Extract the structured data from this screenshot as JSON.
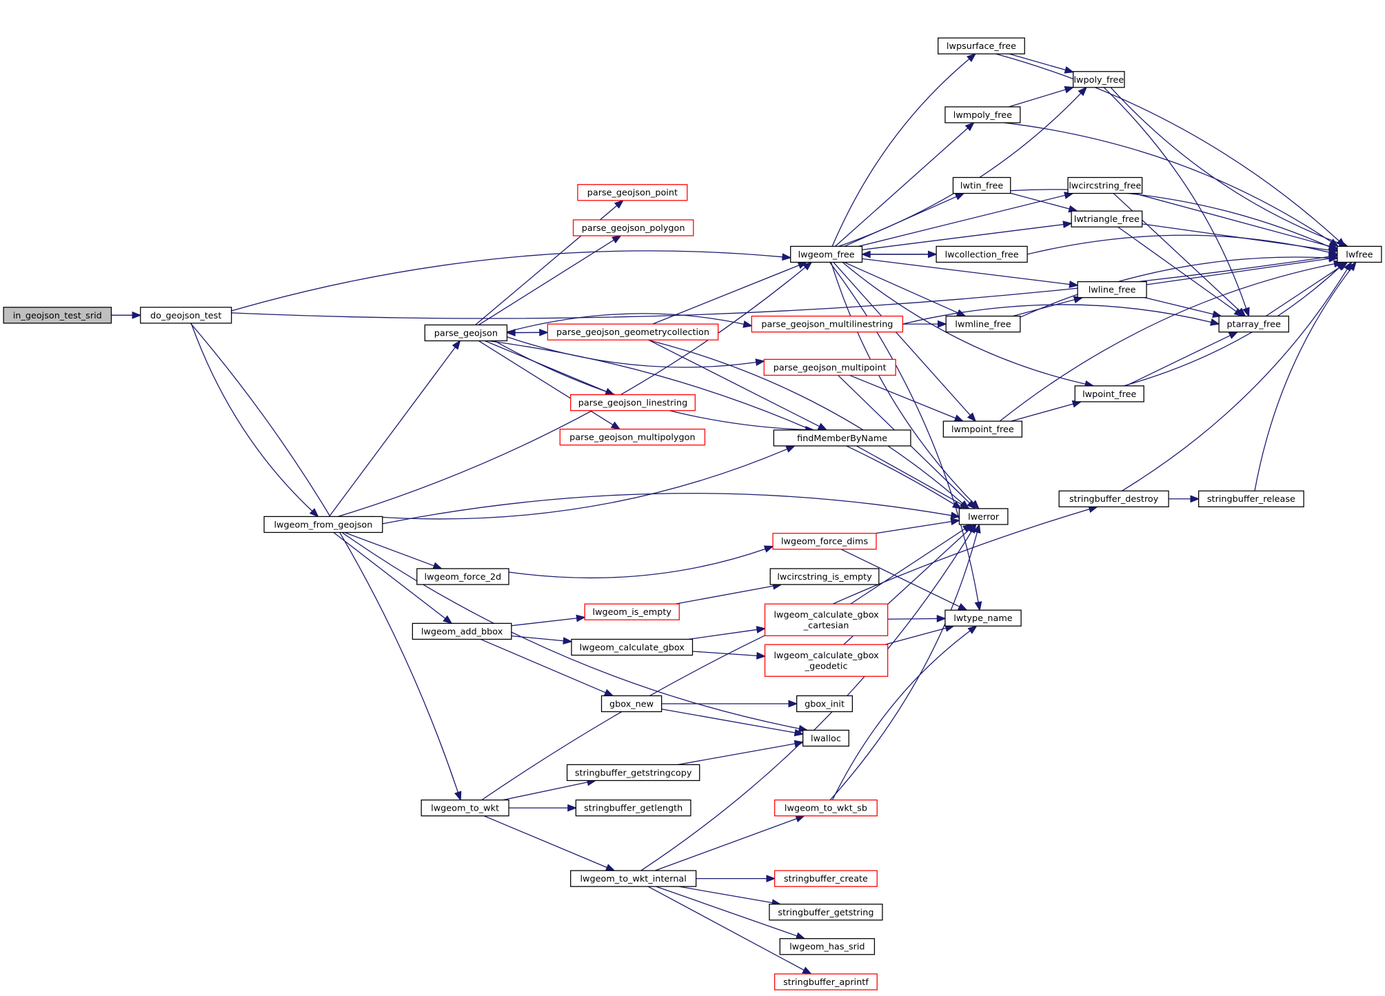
{
  "graph": {
    "title": "Call graph of in_geojson_test_srid",
    "colors": {
      "edge": "#191970",
      "root_fill": "#bfbfbf",
      "node_border": "#000000",
      "truncated_border": "#ff0000"
    },
    "nodes": [
      {
        "id": "in_geojson_test_srid",
        "label": [
          "in_geojson_test_srid"
        ],
        "style": "root"
      },
      {
        "id": "do_geojson_test",
        "label": [
          "do_geojson_test"
        ],
        "style": "normal"
      },
      {
        "id": "lwgeom_from_geojson",
        "label": [
          "lwgeom_from_geojson"
        ],
        "style": "normal"
      },
      {
        "id": "parse_geojson",
        "label": [
          "parse_geojson"
        ],
        "style": "normal"
      },
      {
        "id": "parse_geojson_point",
        "label": [
          "parse_geojson_point"
        ],
        "style": "truncated"
      },
      {
        "id": "parse_geojson_polygon",
        "label": [
          "parse_geojson_polygon"
        ],
        "style": "truncated"
      },
      {
        "id": "parse_geojson_geometrycollection",
        "label": [
          "parse_geojson_geometrycollection"
        ],
        "style": "truncated"
      },
      {
        "id": "parse_geojson_linestring",
        "label": [
          "parse_geojson_linestring"
        ],
        "style": "truncated"
      },
      {
        "id": "parse_geojson_multipolygon",
        "label": [
          "parse_geojson_multipolygon"
        ],
        "style": "truncated"
      },
      {
        "id": "parse_geojson_multilinestring",
        "label": [
          "parse_geojson_multilinestring"
        ],
        "style": "truncated"
      },
      {
        "id": "parse_geojson_multipoint",
        "label": [
          "parse_geojson_multipoint"
        ],
        "style": "truncated"
      },
      {
        "id": "findMemberByName",
        "label": [
          "findMemberByName"
        ],
        "style": "normal"
      },
      {
        "id": "lwgeom_free",
        "label": [
          "lwgeom_free"
        ],
        "style": "normal"
      },
      {
        "id": "lwpsurface_free",
        "label": [
          "lwpsurface_free"
        ],
        "style": "normal"
      },
      {
        "id": "lwpoly_free",
        "label": [
          "lwpoly_free"
        ],
        "style": "normal"
      },
      {
        "id": "lwmpoly_free",
        "label": [
          "lwmpoly_free"
        ],
        "style": "normal"
      },
      {
        "id": "lwtin_free",
        "label": [
          "lwtin_free"
        ],
        "style": "normal"
      },
      {
        "id": "lwcircstring_free",
        "label": [
          "lwcircstring_free"
        ],
        "style": "normal"
      },
      {
        "id": "lwtriangle_free",
        "label": [
          "lwtriangle_free"
        ],
        "style": "normal"
      },
      {
        "id": "lwcollection_free",
        "label": [
          "lwcollection_free"
        ],
        "style": "normal"
      },
      {
        "id": "lwline_free",
        "label": [
          "lwline_free"
        ],
        "style": "normal"
      },
      {
        "id": "lwmline_free",
        "label": [
          "lwmline_free"
        ],
        "style": "normal"
      },
      {
        "id": "ptarray_free",
        "label": [
          "ptarray_free"
        ],
        "style": "normal"
      },
      {
        "id": "lwpoint_free",
        "label": [
          "lwpoint_free"
        ],
        "style": "normal"
      },
      {
        "id": "lwmpoint_free",
        "label": [
          "lwmpoint_free"
        ],
        "style": "normal"
      },
      {
        "id": "lwfree",
        "label": [
          "lwfree"
        ],
        "style": "normal"
      },
      {
        "id": "lwerror",
        "label": [
          "lwerror"
        ],
        "style": "normal"
      },
      {
        "id": "stringbuffer_destroy",
        "label": [
          "stringbuffer_destroy"
        ],
        "style": "normal"
      },
      {
        "id": "stringbuffer_release",
        "label": [
          "stringbuffer_release"
        ],
        "style": "normal"
      },
      {
        "id": "lwgeom_force_2d",
        "label": [
          "lwgeom_force_2d"
        ],
        "style": "normal"
      },
      {
        "id": "lwgeom_force_dims",
        "label": [
          "lwgeom_force_dims"
        ],
        "style": "truncated"
      },
      {
        "id": "lwcircstring_is_empty",
        "label": [
          "lwcircstring_is_empty"
        ],
        "style": "normal"
      },
      {
        "id": "lwgeom_add_bbox",
        "label": [
          "lwgeom_add_bbox"
        ],
        "style": "normal"
      },
      {
        "id": "lwgeom_is_empty",
        "label": [
          "lwgeom_is_empty"
        ],
        "style": "truncated"
      },
      {
        "id": "lwgeom_calculate_gbox_cartesian",
        "label": [
          "lwgeom_calculate_gbox",
          "_cartesian"
        ],
        "style": "truncated"
      },
      {
        "id": "lwtype_name",
        "label": [
          "lwtype_name"
        ],
        "style": "normal"
      },
      {
        "id": "lwgeom_calculate_gbox",
        "label": [
          "lwgeom_calculate_gbox"
        ],
        "style": "normal"
      },
      {
        "id": "lwgeom_calculate_gbox_geodetic",
        "label": [
          "lwgeom_calculate_gbox",
          "_geodetic"
        ],
        "style": "truncated"
      },
      {
        "id": "gbox_new",
        "label": [
          "gbox_new"
        ],
        "style": "normal"
      },
      {
        "id": "gbox_init",
        "label": [
          "gbox_init"
        ],
        "style": "normal"
      },
      {
        "id": "lwalloc",
        "label": [
          "lwalloc"
        ],
        "style": "normal"
      },
      {
        "id": "stringbuffer_getstringcopy",
        "label": [
          "stringbuffer_getstringcopy"
        ],
        "style": "normal"
      },
      {
        "id": "lwgeom_to_wkt",
        "label": [
          "lwgeom_to_wkt"
        ],
        "style": "normal"
      },
      {
        "id": "stringbuffer_getlength",
        "label": [
          "stringbuffer_getlength"
        ],
        "style": "normal"
      },
      {
        "id": "lwgeom_to_wkt_sb",
        "label": [
          "lwgeom_to_wkt_sb"
        ],
        "style": "truncated"
      },
      {
        "id": "lwgeom_to_wkt_internal",
        "label": [
          "lwgeom_to_wkt_internal"
        ],
        "style": "normal"
      },
      {
        "id": "stringbuffer_create",
        "label": [
          "stringbuffer_create"
        ],
        "style": "truncated"
      },
      {
        "id": "stringbuffer_getstring",
        "label": [
          "stringbuffer_getstring"
        ],
        "style": "normal"
      },
      {
        "id": "lwgeom_has_srid",
        "label": [
          "lwgeom_has_srid"
        ],
        "style": "normal"
      },
      {
        "id": "stringbuffer_aprintf",
        "label": [
          "stringbuffer_aprintf"
        ],
        "style": "truncated"
      }
    ],
    "edges": [
      [
        "in_geojson_test_srid",
        "do_geojson_test"
      ],
      [
        "do_geojson_test",
        "lwfree"
      ],
      [
        "do_geojson_test",
        "lwgeom_free"
      ],
      [
        "do_geojson_test",
        "lwgeom_from_geojson"
      ],
      [
        "do_geojson_test",
        "lwgeom_to_wkt"
      ],
      [
        "lwgeom_from_geojson",
        "lwgeom_free"
      ],
      [
        "lwgeom_from_geojson",
        "parse_geojson"
      ],
      [
        "lwgeom_from_geojson",
        "findMemberByName"
      ],
      [
        "lwgeom_from_geojson",
        "lwerror"
      ],
      [
        "lwgeom_from_geojson",
        "lwgeom_force_2d"
      ],
      [
        "lwgeom_from_geojson",
        "lwgeom_add_bbox"
      ],
      [
        "lwgeom_from_geojson",
        "lwalloc"
      ],
      [
        "parse_geojson",
        "parse_geojson_point"
      ],
      [
        "parse_geojson",
        "parse_geojson_polygon"
      ],
      [
        "parse_geojson",
        "parse_geojson_multilinestring"
      ],
      [
        "parse_geojson",
        "parse_geojson_multipoint"
      ],
      [
        "parse_geojson",
        "parse_geojson_geometrycollection"
      ],
      [
        "parse_geojson",
        "parse_geojson_linestring"
      ],
      [
        "parse_geojson",
        "parse_geojson_multipolygon"
      ],
      [
        "parse_geojson",
        "findMemberByName"
      ],
      [
        "parse_geojson",
        "lwerror"
      ],
      [
        "parse_geojson_geometrycollection",
        "parse_geojson"
      ],
      [
        "parse_geojson_geometrycollection",
        "lwgeom_free"
      ],
      [
        "parse_geojson_geometrycollection",
        "findMemberByName"
      ],
      [
        "parse_geojson_geometrycollection",
        "lwerror"
      ],
      [
        "parse_geojson_multilinestring",
        "lwmline_free"
      ],
      [
        "parse_geojson_multilinestring",
        "ptarray_free"
      ],
      [
        "parse_geojson_multipoint",
        "lwmpoint_free"
      ],
      [
        "parse_geojson_multipoint",
        "lwerror"
      ],
      [
        "findMemberByName",
        "lwerror"
      ],
      [
        "lwgeom_free",
        "lwpsurface_free"
      ],
      [
        "lwgeom_free",
        "lwpoly_free"
      ],
      [
        "lwgeom_free",
        "lwmpoly_free"
      ],
      [
        "lwgeom_free",
        "lwcircstring_free"
      ],
      [
        "lwgeom_free",
        "lwtin_free"
      ],
      [
        "lwgeom_free",
        "lwtriangle_free"
      ],
      [
        "lwgeom_free",
        "lwcollection_free"
      ],
      [
        "lwgeom_free",
        "lwline_free"
      ],
      [
        "lwgeom_free",
        "lwmline_free"
      ],
      [
        "lwgeom_free",
        "lwpoint_free"
      ],
      [
        "lwgeom_free",
        "lwmpoint_free"
      ],
      [
        "lwgeom_free",
        "lwerror"
      ],
      [
        "lwgeom_free",
        "lwtype_name"
      ],
      [
        "lwcollection_free",
        "lwgeom_free"
      ],
      [
        "lwcollection_free",
        "lwfree"
      ],
      [
        "lwpsurface_free",
        "lwpoly_free"
      ],
      [
        "lwpsurface_free",
        "lwfree"
      ],
      [
        "lwmpoly_free",
        "lwpoly_free"
      ],
      [
        "lwmpoly_free",
        "lwfree"
      ],
      [
        "lwpoly_free",
        "lwfree"
      ],
      [
        "lwpoly_free",
        "ptarray_free"
      ],
      [
        "lwtin_free",
        "lwtriangle_free"
      ],
      [
        "lwtin_free",
        "lwfree"
      ],
      [
        "lwcircstring_free",
        "lwfree"
      ],
      [
        "lwcircstring_free",
        "ptarray_free"
      ],
      [
        "lwtriangle_free",
        "lwfree"
      ],
      [
        "lwtriangle_free",
        "ptarray_free"
      ],
      [
        "lwline_free",
        "lwfree"
      ],
      [
        "lwline_free",
        "ptarray_free"
      ],
      [
        "lwmline_free",
        "lwline_free"
      ],
      [
        "lwmline_free",
        "lwfree"
      ],
      [
        "lwpoint_free",
        "lwfree"
      ],
      [
        "lwpoint_free",
        "ptarray_free"
      ],
      [
        "lwmpoint_free",
        "lwpoint_free"
      ],
      [
        "lwmpoint_free",
        "lwfree"
      ],
      [
        "ptarray_free",
        "lwfree"
      ],
      [
        "stringbuffer_destroy",
        "stringbuffer_release"
      ],
      [
        "stringbuffer_destroy",
        "lwfree"
      ],
      [
        "stringbuffer_release",
        "lwfree"
      ],
      [
        "lwgeom_force_2d",
        "lwgeom_force_dims"
      ],
      [
        "lwgeom_force_dims",
        "lwerror"
      ],
      [
        "lwgeom_force_dims",
        "lwtype_name"
      ],
      [
        "lwgeom_add_bbox",
        "lwgeom_is_empty"
      ],
      [
        "lwgeom_add_bbox",
        "lwgeom_calculate_gbox"
      ],
      [
        "lwgeom_add_bbox",
        "gbox_new"
      ],
      [
        "lwgeom_is_empty",
        "lwcircstring_is_empty"
      ],
      [
        "lwgeom_calculate_gbox",
        "lwgeom_calculate_gbox_cartesian"
      ],
      [
        "lwgeom_calculate_gbox",
        "lwgeom_calculate_gbox_geodetic"
      ],
      [
        "lwgeom_calculate_gbox_cartesian",
        "lwerror"
      ],
      [
        "lwgeom_calculate_gbox_cartesian",
        "lwtype_name"
      ],
      [
        "lwgeom_calculate_gbox_geodetic",
        "lwerror"
      ],
      [
        "lwgeom_calculate_gbox_geodetic",
        "lwtype_name"
      ],
      [
        "gbox_new",
        "gbox_init"
      ],
      [
        "gbox_new",
        "lwalloc"
      ],
      [
        "lwgeom_to_wkt",
        "stringbuffer_getstringcopy"
      ],
      [
        "lwgeom_to_wkt",
        "stringbuffer_getlength"
      ],
      [
        "lwgeom_to_wkt",
        "stringbuffer_destroy"
      ],
      [
        "lwgeom_to_wkt",
        "lwgeom_to_wkt_internal"
      ],
      [
        "stringbuffer_getstringcopy",
        "lwalloc"
      ],
      [
        "lwgeom_to_wkt_internal",
        "lwerror"
      ],
      [
        "lwgeom_to_wkt_internal",
        "lwgeom_to_wkt_sb"
      ],
      [
        "lwgeom_to_wkt_internal",
        "stringbuffer_create"
      ],
      [
        "lwgeom_to_wkt_internal",
        "stringbuffer_getstring"
      ],
      [
        "lwgeom_to_wkt_internal",
        "lwgeom_has_srid"
      ],
      [
        "lwgeom_to_wkt_internal",
        "stringbuffer_aprintf"
      ],
      [
        "lwgeom_to_wkt_sb",
        "lwerror"
      ],
      [
        "lwgeom_to_wkt_sb",
        "lwtype_name"
      ]
    ]
  }
}
